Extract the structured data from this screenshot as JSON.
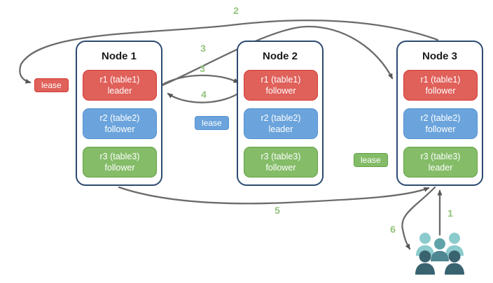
{
  "nodes": [
    {
      "title": "Node 1",
      "replicas": [
        {
          "name": "r1 (table1)",
          "role": "leader",
          "color": "#e0605a"
        },
        {
          "name": "r2 (table2)",
          "role": "follower",
          "color": "#6ba4dc"
        },
        {
          "name": "r3 (table3)",
          "role": "follower",
          "color": "#84bc68"
        }
      ]
    },
    {
      "title": "Node 2",
      "replicas": [
        {
          "name": "r1 (table1)",
          "role": "follower",
          "color": "#e0605a"
        },
        {
          "name": "r2 (table2)",
          "role": "leader",
          "color": "#6ba4dc"
        },
        {
          "name": "r3 (table3)",
          "role": "follower",
          "color": "#84bc68"
        }
      ]
    },
    {
      "title": "Node 3",
      "replicas": [
        {
          "name": "r1 (table1)",
          "role": "follower",
          "color": "#e0605a"
        },
        {
          "name": "r2 (table2)",
          "role": "follower",
          "color": "#6ba4dc"
        },
        {
          "name": "r3 (table3)",
          "role": "leader",
          "color": "#84bc68"
        }
      ]
    }
  ],
  "leases": [
    {
      "label": "lease",
      "color": "#e0605a"
    },
    {
      "label": "lease",
      "color": "#6ba4dc"
    },
    {
      "label": "lease",
      "color": "#84bc68"
    }
  ],
  "steps": [
    "2",
    "3",
    "3",
    "4",
    "5",
    "6",
    "1"
  ],
  "icons": {
    "users": "users-group-icon"
  },
  "colors": {
    "replica_red": "#e0605a",
    "replica_red_border": "#d23b35",
    "replica_blue": "#6ba4dc",
    "replica_blue_border": "#5590d2",
    "replica_green": "#84bc68",
    "replica_green_border": "#63a345",
    "node_border": "#2c4a70",
    "arrow": "#6b6b6b",
    "arrowhead": "#555555",
    "step_label": "#93c47d",
    "users_light": "#8ccbcd",
    "users_medium": "#5fa3a8",
    "users_medium_dark": "#4e8691",
    "users_dark": "#3a6370"
  }
}
